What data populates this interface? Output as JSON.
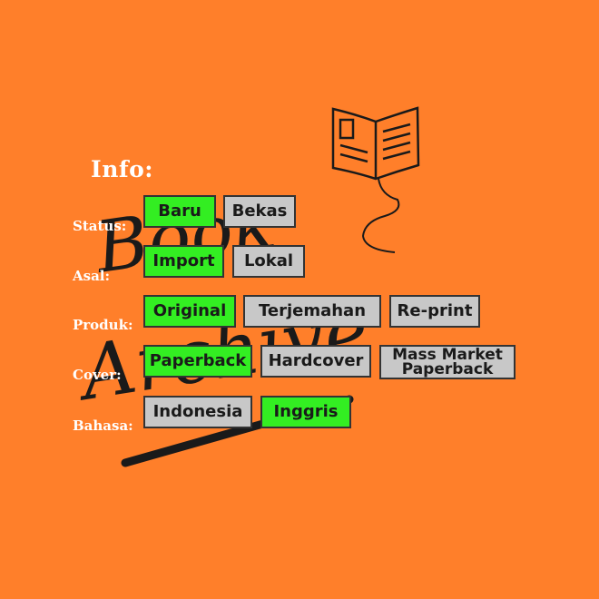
{
  "info": {
    "title": "Info:"
  },
  "logo": {
    "line1": "Book",
    "line2": "Archive"
  },
  "colors": {
    "background": "#FF7F2A",
    "selected": "#33EE22",
    "unselected": "#C8C8C8"
  },
  "icons": {
    "book": "open-book-bookmark-icon"
  },
  "rows": [
    {
      "label": "Status:",
      "options": [
        {
          "label": "Baru",
          "selected": true
        },
        {
          "label": "Bekas",
          "selected": false
        }
      ]
    },
    {
      "label": "Asal:",
      "options": [
        {
          "label": "Import",
          "selected": true
        },
        {
          "label": "Lokal",
          "selected": false
        }
      ]
    },
    {
      "label": "Produk:",
      "options": [
        {
          "label": "Original",
          "selected": true
        },
        {
          "label": "Terjemahan",
          "selected": false
        },
        {
          "label": "Re-print",
          "selected": false
        }
      ]
    },
    {
      "label": "Cover:",
      "options": [
        {
          "label": "Paperback",
          "selected": true
        },
        {
          "label": "Hardcover",
          "selected": false
        },
        {
          "label": "Mass Market Paperback",
          "selected": false
        }
      ]
    },
    {
      "label": "Bahasa:",
      "options": [
        {
          "label": "Indonesia",
          "selected": false
        },
        {
          "label": "Inggris",
          "selected": true
        }
      ]
    }
  ]
}
